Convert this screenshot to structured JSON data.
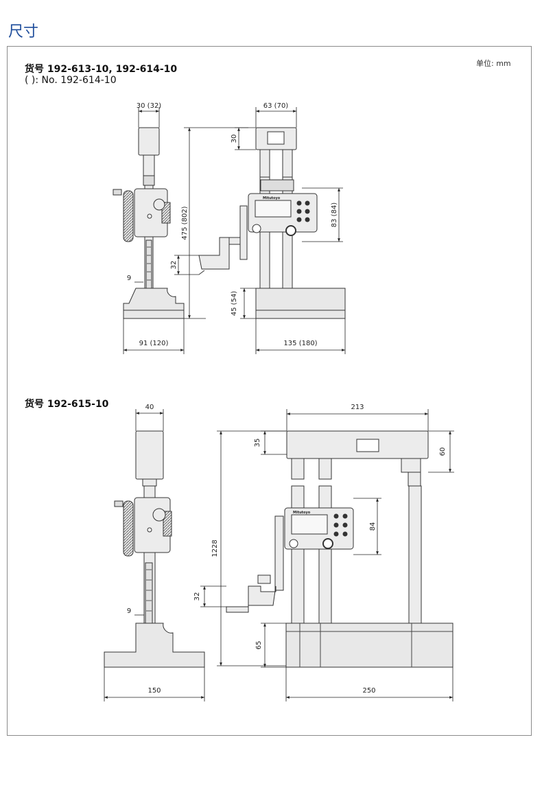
{
  "title": "尺寸",
  "unit": "单位: mm",
  "section1": {
    "heading": "货号 192-613-10, 192-614-10",
    "note": "(   ): No. 192-614-10",
    "dims": {
      "top_width": "30 (32)",
      "head_width": "63 (70)",
      "head_height": "30",
      "total_height": "475 (802)",
      "display_height": "83 (84)",
      "scriber": "32",
      "gap": "9",
      "base_height": "45 (54)",
      "base_depth": "91 (120)",
      "base_width": "135 (180)"
    }
  },
  "section2": {
    "heading": "货号 192-615-10",
    "dims": {
      "top_width": "40",
      "frame_width": "213",
      "head_height": "35",
      "beam_height": "60",
      "total_height": "1228",
      "display_height": "84",
      "scriber": "32",
      "gap": "9",
      "base_height": "65",
      "base_depth": "150",
      "base_width": "250"
    }
  },
  "brand": "Mitutoyo"
}
